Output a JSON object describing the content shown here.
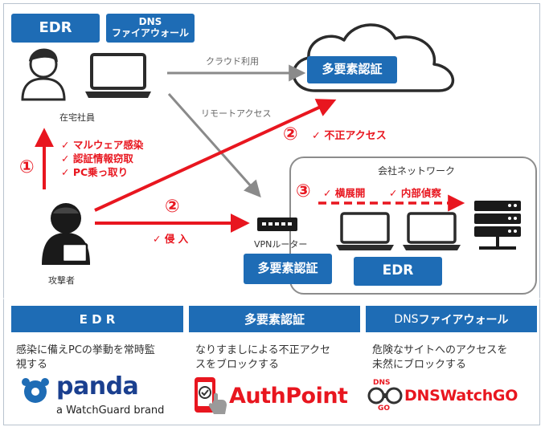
{
  "top_left": {
    "edr_label": "EDR",
    "dns_label_line1": "DNS",
    "dns_label_line2": "ファイアウォール"
  },
  "nodes": {
    "remote_worker": "在宅社員",
    "attacker": "攻撃者",
    "vpn_router": "VPNルーター",
    "cloud_mfa": "多要素認証",
    "corp_network": "会社ネットワーク",
    "vpn_mfa": "多要素認証",
    "corp_edr": "EDR"
  },
  "edges": {
    "cloud_use": "クラウド利用",
    "remote_access": "リモートアクセス"
  },
  "attacks": {
    "step1_num": "①",
    "step1_items": [
      "✓ マルウェア感染",
      "✓ 認証情報窃取",
      "✓ PC乗っ取り"
    ],
    "step2a_num": "②",
    "step2a_label": "✓ 不正アクセス",
    "step2b_num": "②",
    "step2b_label": "✓ 侵 入",
    "step3_num": "③",
    "step3_label1": "✓ 横展開",
    "step3_label2": "✓ 内部偵察"
  },
  "bottom": {
    "col1": {
      "title": "E D R",
      "desc_line1": "感染に備えPCの挙動を常時監",
      "desc_line2": "視する",
      "brand_main": "panda",
      "brand_sub": "a WatchGuard brand"
    },
    "col2": {
      "title": "多要素認証",
      "desc_line1": "なりすましによる不正アクセ",
      "desc_line2": "スをブロックする",
      "brand_main": "AuthPoint"
    },
    "col3": {
      "title_prefix": "DNS",
      "title_suffix": "ファイアウォール",
      "desc_line1": "危険なサイトへのアクセスを",
      "desc_line2": "未然にブロックする",
      "brand_logo_top": "DNS",
      "brand_logo_bottom": "GO",
      "brand_main": "DNSWatchGO"
    }
  },
  "colors": {
    "blue": "#1e6cb5",
    "red": "#e8161f",
    "gray_arrow": "#8a8a8a"
  }
}
